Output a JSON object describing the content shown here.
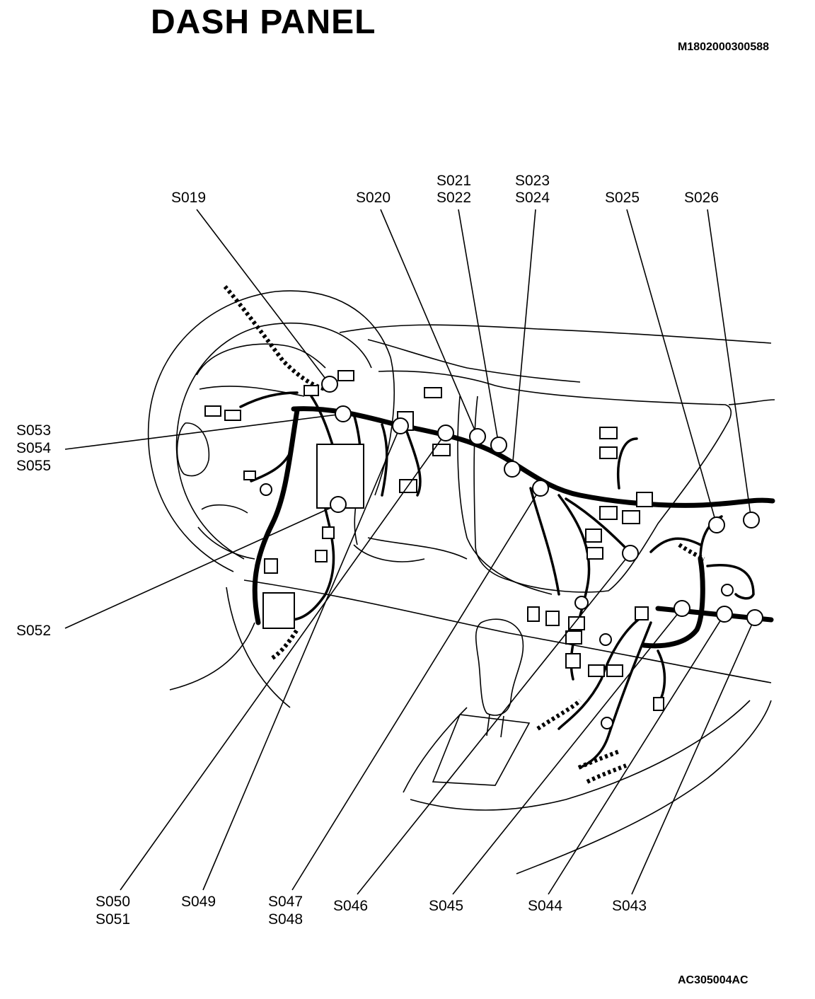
{
  "header": {
    "title": "DASH PANEL",
    "doc_code": "M1802000300588",
    "figure_code": "AC305004AC"
  },
  "splice_labels": {
    "s019": [
      "S019"
    ],
    "s020": [
      "S020"
    ],
    "s021_s022": [
      "S021",
      "S022"
    ],
    "s023_s024": [
      "S023",
      "S024"
    ],
    "s025": [
      "S025"
    ],
    "s026": [
      "S026"
    ],
    "s053_s054_s055": [
      "S053",
      "S054",
      "S055"
    ],
    "s052": [
      "S052"
    ],
    "s050_s051": [
      "S050",
      "S051"
    ],
    "s049": [
      "S049"
    ],
    "s047_s048": [
      "S047",
      "S048"
    ],
    "s046": [
      "S046"
    ],
    "s045": [
      "S045"
    ],
    "s044": [
      "S044"
    ],
    "s043": [
      "S043"
    ]
  }
}
